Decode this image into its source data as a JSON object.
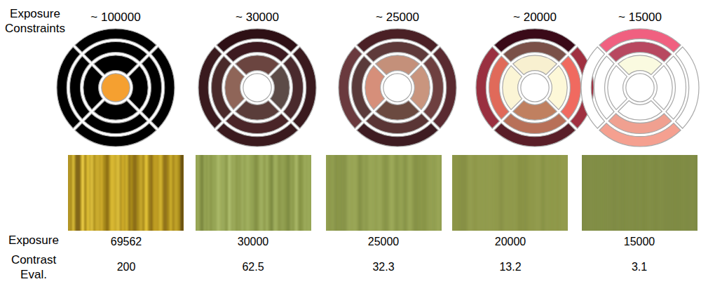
{
  "diagram": {
    "labels": [
      "Exposure Constraints",
      "~ 100000",
      "~ 30000",
      "~ 25000",
      "~ 20000",
      "~ 15000",
      "Exposure",
      "69562",
      "30000",
      "25000",
      "20000",
      "15000",
      "Contrast Eval.",
      "200",
      "62.5",
      "32.3",
      "13.2",
      "3.1"
    ]
  }
}
